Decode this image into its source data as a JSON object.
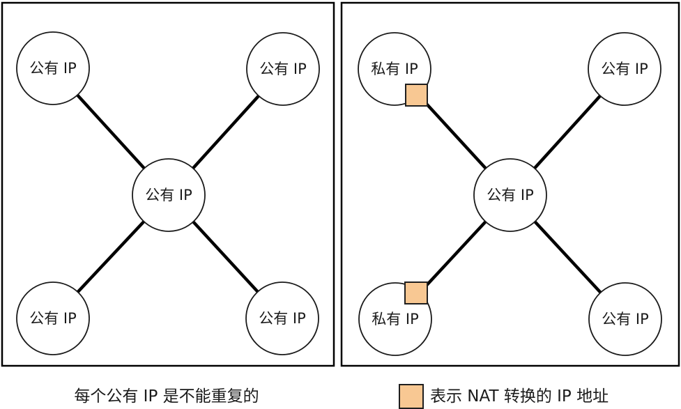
{
  "colors": {
    "panel_border": "#000000",
    "link": "#000000",
    "circle_stroke": "#1a1a1a",
    "public_fill": "#ffffff",
    "private_fill": "#f2f2f2",
    "nat_square_fill": "#f8c893",
    "nat_square_stroke": "#1f1f1f"
  },
  "left_panel": {
    "center_node": {
      "label": "公有 IP",
      "type": "public"
    },
    "nodes": [
      {
        "position": "top-left",
        "label": "公有 IP",
        "type": "public",
        "nat_marker": false
      },
      {
        "position": "top-right",
        "label": "公有 IP",
        "type": "public",
        "nat_marker": false
      },
      {
        "position": "bottom-left",
        "label": "公有 IP",
        "type": "public",
        "nat_marker": false
      },
      {
        "position": "bottom-right",
        "label": "公有 IP",
        "type": "public",
        "nat_marker": false
      }
    ],
    "caption": "每个公有 IP 是不能重复的"
  },
  "right_panel": {
    "center_node": {
      "label": "公有 IP",
      "type": "public"
    },
    "nodes": [
      {
        "position": "top-left",
        "label": "私有 IP",
        "type": "private",
        "nat_marker": true
      },
      {
        "position": "top-right",
        "label": "公有 IP",
        "type": "public",
        "nat_marker": false
      },
      {
        "position": "bottom-left",
        "label": "私有 IP",
        "type": "private",
        "nat_marker": true
      },
      {
        "position": "bottom-right",
        "label": "公有 IP",
        "type": "public",
        "nat_marker": false
      }
    ],
    "legend": {
      "label": "表示 NAT 转换的 IP 地址",
      "swatch": "nat-square"
    }
  }
}
